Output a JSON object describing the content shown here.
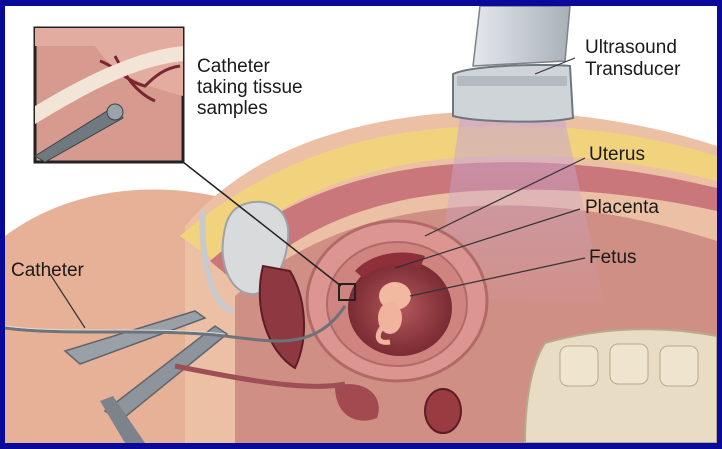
{
  "labels": {
    "inset_caption": [
      "Catheter",
      "taking tissue",
      "samples"
    ],
    "ultrasound": [
      "Ultrasound",
      "Transducer"
    ],
    "uterus": "Uterus",
    "placenta": "Placenta",
    "fetus": "Fetus",
    "catheter": "Catheter"
  },
  "colors": {
    "frame": "#0a0a9a",
    "background": "#ffffff",
    "skin": "#e8b59a",
    "uterus_wall": "#d88e88",
    "fetus": "#f0b9a0",
    "bone": "#e8dcc4",
    "instrument": "#9aa0a8"
  }
}
